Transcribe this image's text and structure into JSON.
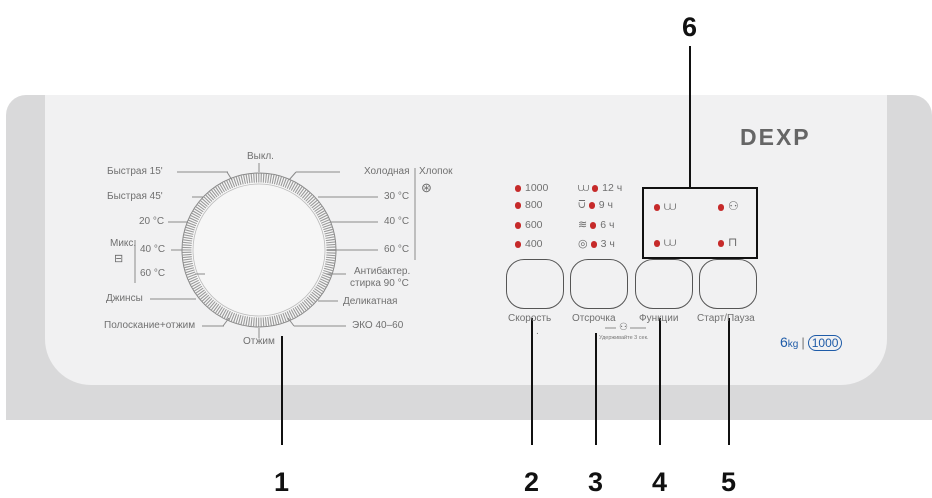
{
  "brand": "DEXP",
  "capacity": {
    "value": "6",
    "unit": "kg",
    "separator": "|",
    "spin_badge": "1000"
  },
  "dial_left_labels": [
    "Быстрая 15'",
    "Быстрая 45'",
    "20 °C",
    "40 °C",
    "60 °C",
    "Джинсы",
    "Полоскание+отжим"
  ],
  "dial_left_group": "Микс.",
  "dial_top_label": "Выкл.",
  "dial_bottom_label": "Отжим",
  "dial_right_labels": [
    "Холодная",
    "30 °C",
    "40 °C",
    "60 °C",
    "Антибактер.",
    "стирка 90 °C",
    "Деликатная",
    "ЭКО 40–60"
  ],
  "dial_right_group": "Хлопок",
  "speed_values": [
    "1000",
    "800",
    "600",
    "400"
  ],
  "delay_values": [
    "12 ч",
    "9 ч",
    "6 ч",
    "3 ч"
  ],
  "buttons": {
    "speed": "Скорость",
    "delay": "Отсрочка",
    "functions": "Функции",
    "start": "Старт/Пауза"
  },
  "hold_hint": "Удерживайте 3 сек.",
  "callouts": [
    "1",
    "2",
    "3",
    "4",
    "5",
    "6"
  ],
  "colors": {
    "led": "#c62a2a",
    "brand_blue": "#1e5ba8",
    "panel_outer": "#d9d9da",
    "panel_inner": "#f1f1f2"
  }
}
